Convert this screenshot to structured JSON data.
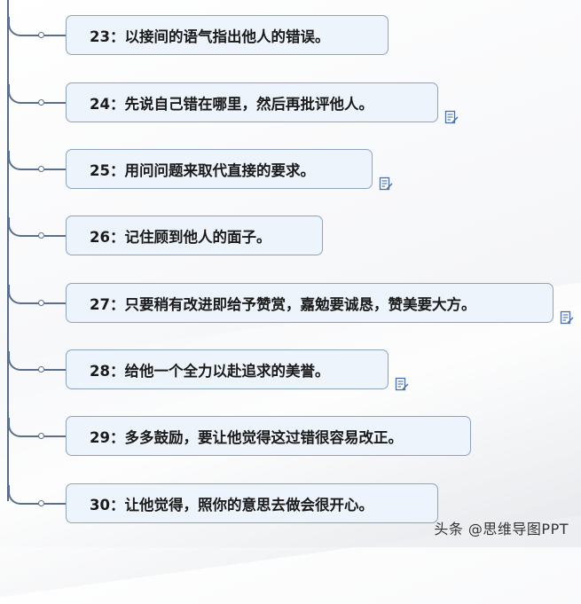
{
  "items": [
    {
      "text": "23：以接间的语气指出他人的错误。",
      "has_note": false
    },
    {
      "text": "24：先说自己错在哪里，然后再批评他人。",
      "has_note": true
    },
    {
      "text": "25：用问问题来取代直接的要求。",
      "has_note": true
    },
    {
      "text": "26：记住顾到他人的面子。",
      "has_note": false
    },
    {
      "text": "27：只要稍有改进即给予赞赏，嘉勉要诚恳，赞美要大方。",
      "has_note": true
    },
    {
      "text": "28：给他一个全力以赴追求的美誉。",
      "has_note": true
    },
    {
      "text": "29：多多鼓励，要让他觉得这过错很容易改正。",
      "has_note": false
    },
    {
      "text": "30：让他觉得，照你的意思去做会很开心。",
      "has_note": false
    }
  ],
  "watermark": "头条 @思维导图PPT",
  "colors": {
    "line": "#5a6f8d",
    "topic_fill": "#eef4fb",
    "topic_border": "#8ea3c2",
    "note_icon": "#4a6fa5"
  },
  "icons": {
    "note": "note-icon",
    "connector": "connector-dot"
  }
}
